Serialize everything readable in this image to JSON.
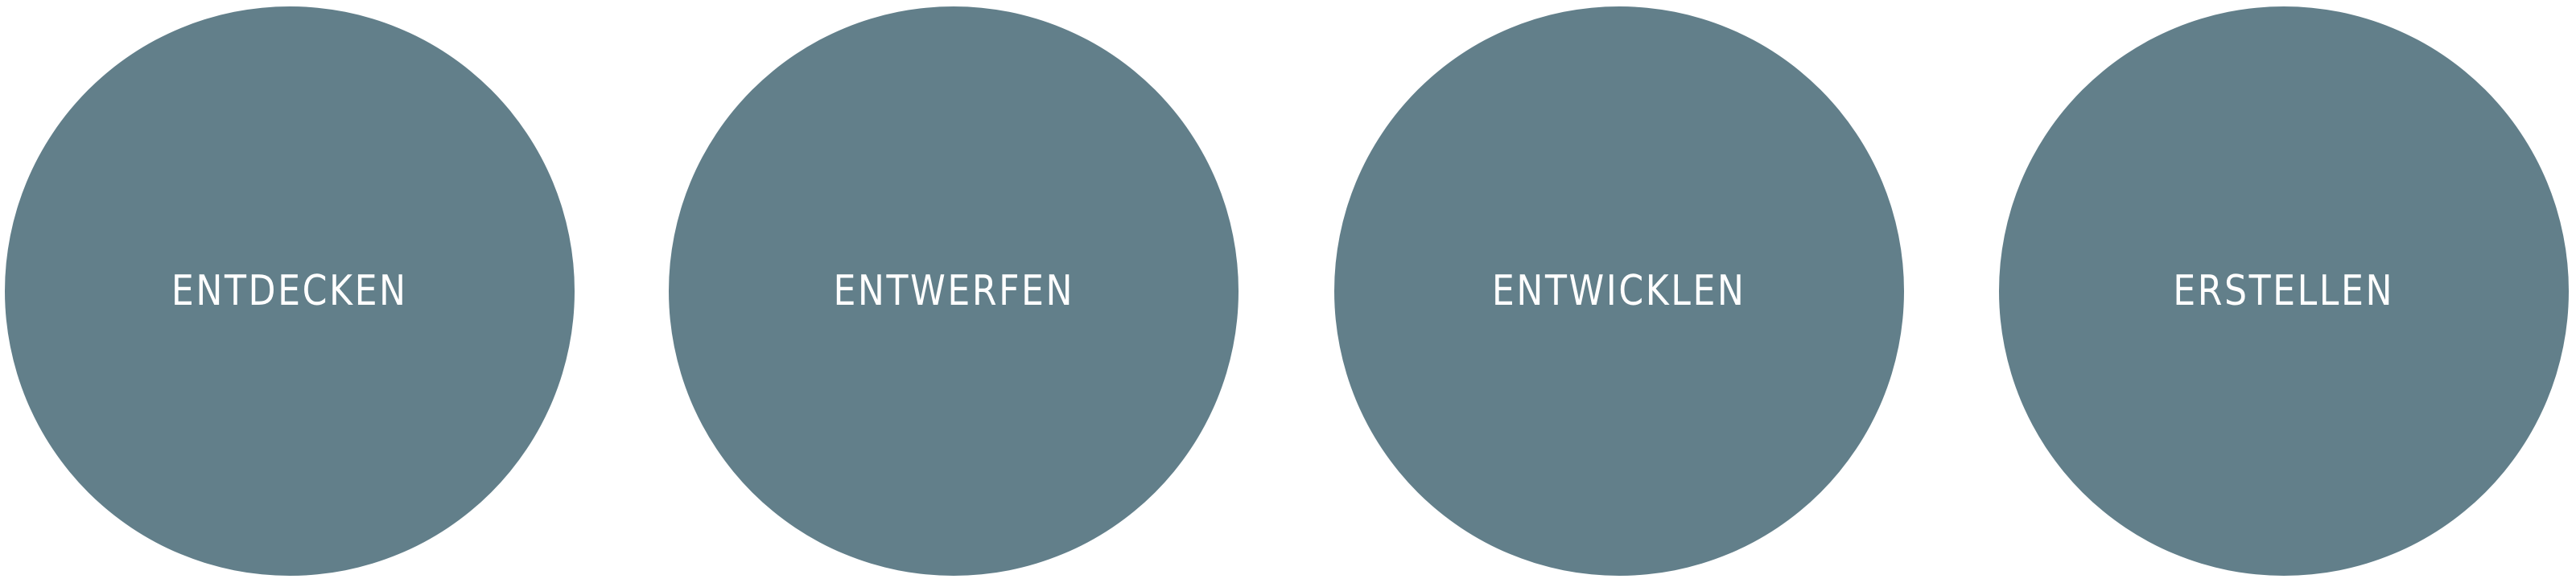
{
  "colors": {
    "circle": "#627f8a",
    "text": "#ffffff",
    "background": "#ffffff"
  },
  "steps": [
    {
      "label": "ENTDECKEN"
    },
    {
      "label": "ENTWERFEN"
    },
    {
      "label": "ENTWICKLEN"
    },
    {
      "label": "ERSTELLEN"
    }
  ]
}
